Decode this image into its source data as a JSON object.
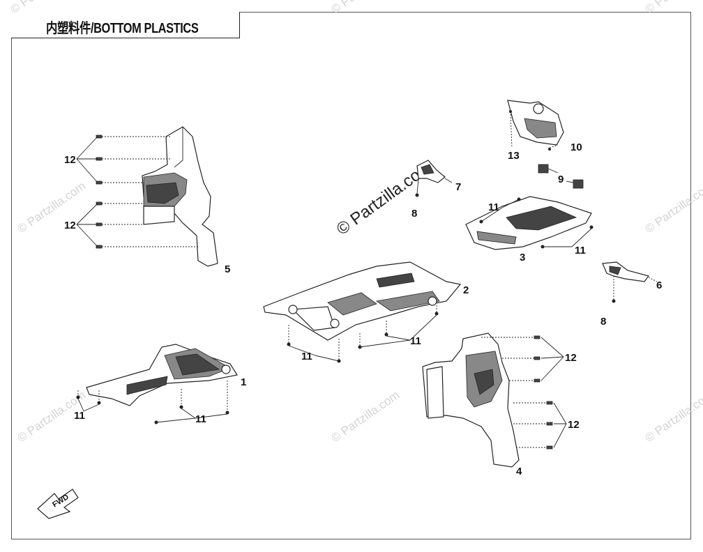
{
  "title": "内塑料件/BOTTOM PLASTICS",
  "watermark_main": "© Partzilla.com",
  "watermark_faint": "© Partzilla.com",
  "arrow_label": "FWD",
  "callouts": {
    "c1": "1",
    "c2": "2",
    "c3": "3",
    "c4": "4",
    "c5": "5",
    "c6": "6",
    "c7": "7",
    "c8a": "8",
    "c8b": "8",
    "c9": "9",
    "c10": "10",
    "c11a": "11",
    "c11b": "11",
    "c11c": "11",
    "c11d": "11",
    "c11e": "11",
    "c11f": "11",
    "c12a": "12",
    "c12b": "12",
    "c12c": "12",
    "c12d": "12",
    "c13": "13"
  }
}
